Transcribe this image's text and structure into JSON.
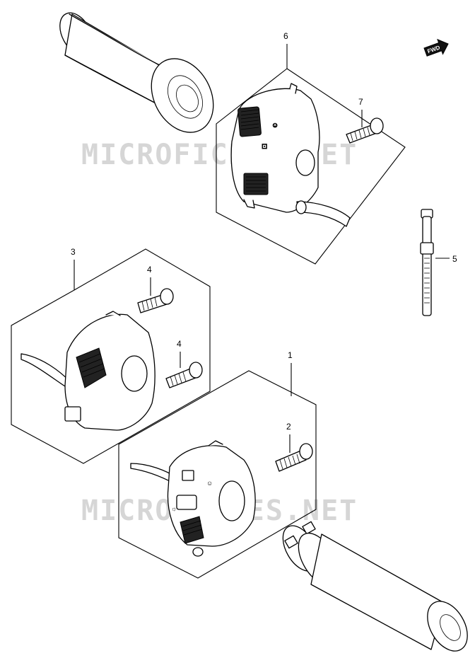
{
  "watermark": "MICROFICHES.NET",
  "fwd_label": "FWD",
  "callouts": {
    "part_1": "1",
    "part_2": "2",
    "part_3": "3",
    "part_4a": "4",
    "part_4b": "4",
    "part_5": "5",
    "part_6": "6",
    "part_7": "7"
  }
}
